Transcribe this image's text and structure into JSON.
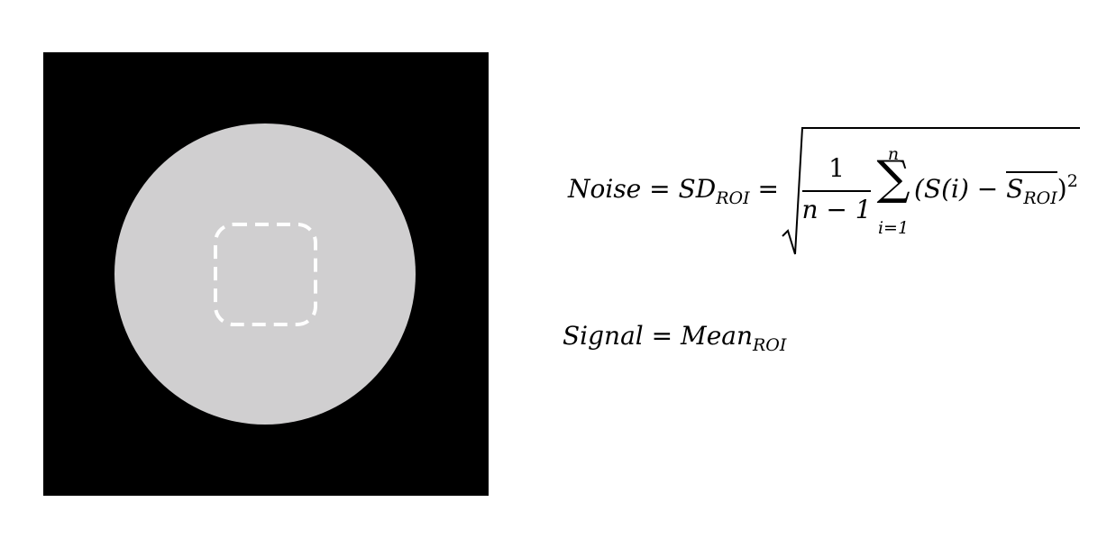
{
  "colors": {
    "background": "#ffffff",
    "panel": "#000000",
    "phantom": "#d0cfd0",
    "roi_outline": "#ffffff"
  },
  "noise_equation": {
    "lhs_noise": "Noise",
    "equals": "=",
    "sd": "SD",
    "sd_subscript": "ROI",
    "fraction_numerator": "1",
    "fraction_denominator": "n − 1",
    "sum_upper": "n",
    "sum_lower": "i=1",
    "sum_symbol": "∑",
    "term_open": "(S(i) − ",
    "term_s": "S",
    "term_s_subscript": "ROI",
    "term_close": ")",
    "exponent": "2"
  },
  "signal_equation": {
    "lhs": "Signal",
    "equals": "=",
    "mean": "Mean",
    "mean_subscript": "ROI"
  }
}
